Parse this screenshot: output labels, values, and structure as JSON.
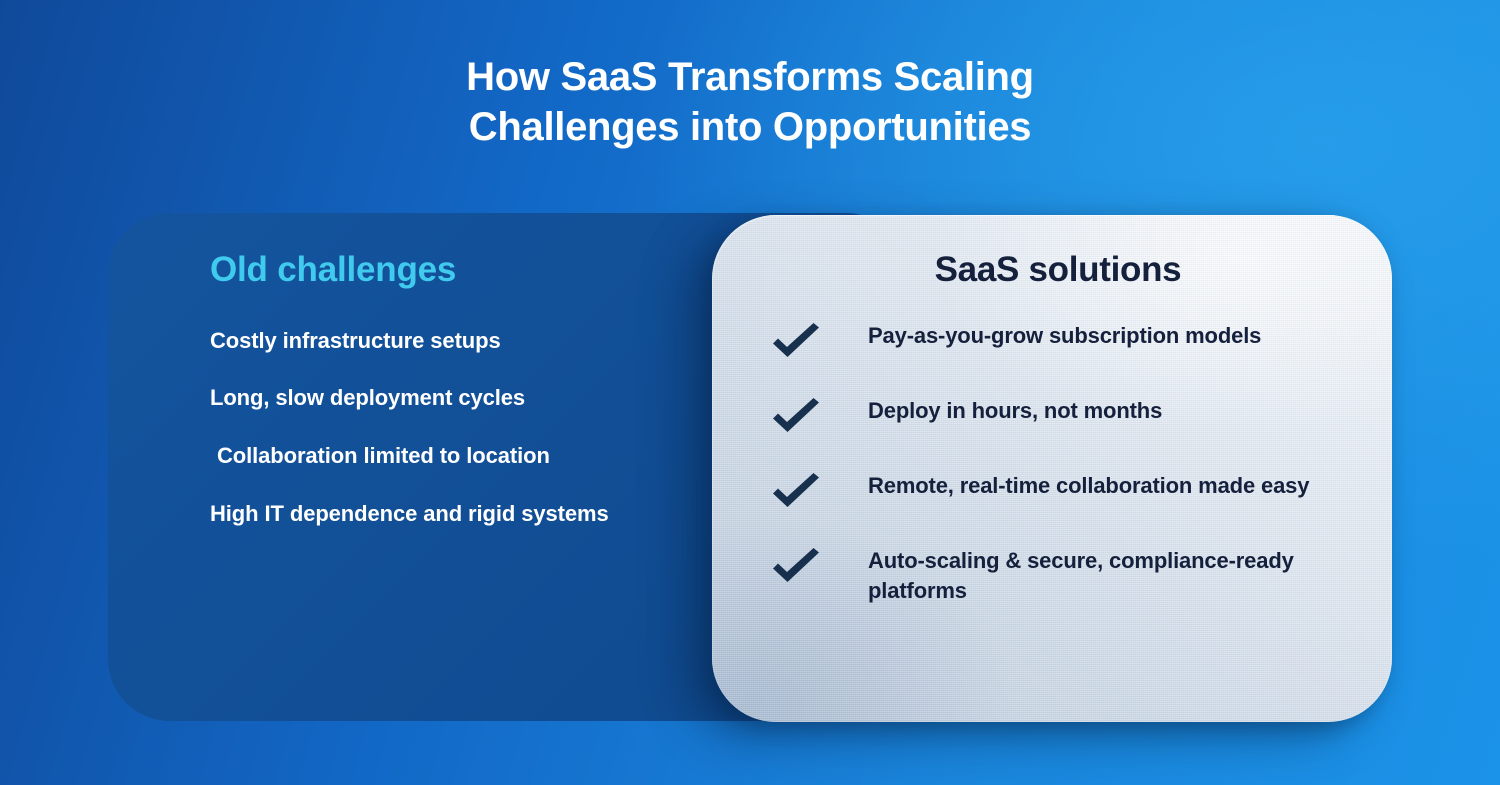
{
  "header": {
    "title_line1": "How SaaS Transforms Scaling",
    "title_line2": "Challenges into Opportunities",
    "title_full": "How SaaS Transforms Scaling Challenges into Opportunities"
  },
  "left_panel": {
    "heading": "Old challenges",
    "items": [
      {
        "text": "Costly infrastructure setups"
      },
      {
        "text": "Long, slow deployment cycles"
      },
      {
        "text": "Collaboration limited to location"
      },
      {
        "text": "High IT dependence and rigid systems"
      }
    ]
  },
  "right_panel": {
    "heading": "SaaS solutions",
    "items": [
      {
        "icon": "check-icon",
        "text": "Pay-as-you-grow subscription models"
      },
      {
        "icon": "check-icon",
        "text": "Deploy in hours, not months"
      },
      {
        "icon": "check-icon",
        "text": "Remote, real-time collaboration made easy"
      },
      {
        "icon": "check-icon",
        "text": "Auto-scaling & secure, compliance-ready platforms"
      }
    ]
  },
  "colors": {
    "background_blue_dark": "#10499a",
    "background_blue_light": "#1b93e8",
    "left_card_blue": "#13539e",
    "left_heading_cyan": "#40cbee",
    "left_text_white": "#ffffff",
    "right_card_light": "#f4f7fa",
    "right_card_shadow_blue": "#bdcadb",
    "right_text_navy": "#15203c",
    "check_navy": "#16304d"
  }
}
